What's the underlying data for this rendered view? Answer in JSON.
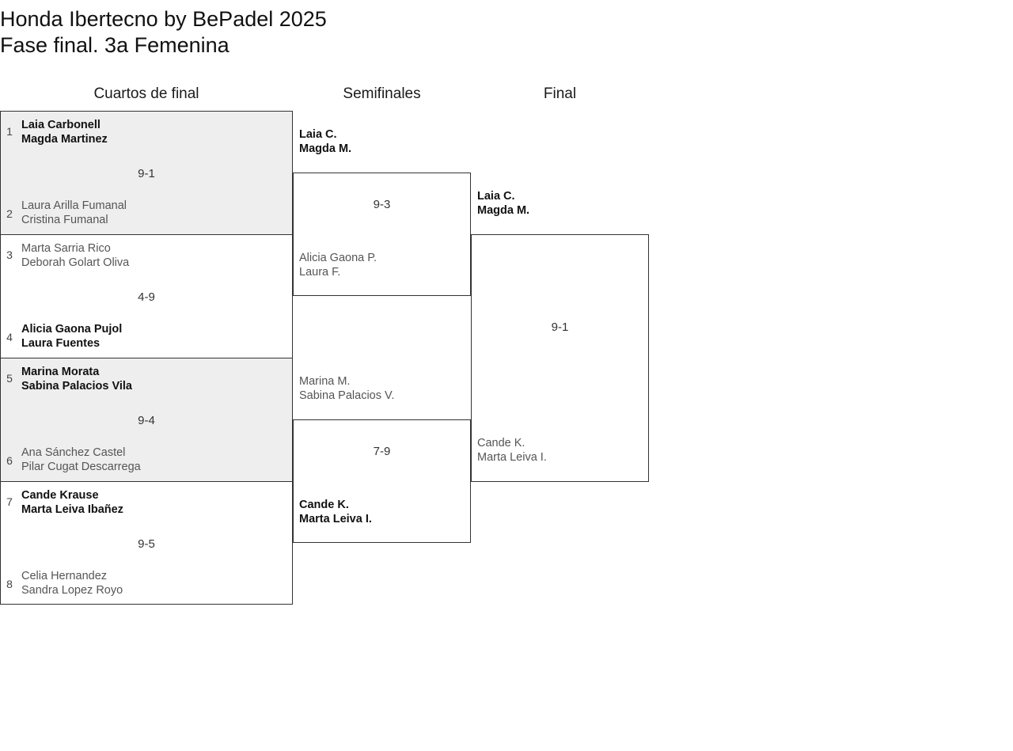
{
  "title": {
    "line1": "Honda Ibertecno by BePadel 2025",
    "line2": "Fase final. 3a Femenina"
  },
  "rounds": {
    "quarterfinals_label": "Cuartos de final",
    "semifinals_label": "Semifinales",
    "final_label": "Final"
  },
  "colors": {
    "shaded_row": "#eeeeee",
    "border": "#333333",
    "winner_text": "#111111",
    "loser_text": "#555555",
    "background": "#ffffff"
  },
  "bracket": {
    "quarterfinals": [
      {
        "score": "9-1",
        "top": {
          "seed": "1",
          "player1": "Laia Carbonell",
          "player2": "Magda Martinez",
          "result": "winner"
        },
        "bottom": {
          "seed": "2",
          "player1": "Laura Arilla Fumanal",
          "player2": "Cristina Fumanal",
          "result": "loser"
        }
      },
      {
        "score": "4-9",
        "top": {
          "seed": "3",
          "player1": "Marta Sarria Rico",
          "player2": "Deborah Golart Oliva",
          "result": "loser"
        },
        "bottom": {
          "seed": "4",
          "player1": "Alicia Gaona Pujol",
          "player2": "Laura Fuentes",
          "result": "winner"
        }
      },
      {
        "score": "9-4",
        "top": {
          "seed": "5",
          "player1": "Marina Morata",
          "player2": "Sabina Palacios Vila",
          "result": "winner"
        },
        "bottom": {
          "seed": "6",
          "player1": "Ana Sánchez Castel",
          "player2": "Pilar Cugat Descarrega",
          "result": "loser"
        }
      },
      {
        "score": "9-5",
        "top": {
          "seed": "7",
          "player1": "Cande Krause",
          "player2": "Marta Leiva Ibañez",
          "result": "winner"
        },
        "bottom": {
          "seed": "8",
          "player1": "Celia Hernandez",
          "player2": "Sandra Lopez Royo",
          "result": "loser"
        }
      }
    ],
    "semifinals": [
      {
        "score": "9-3",
        "top": {
          "player1": "Laia C.",
          "player2": "Magda M.",
          "result": "winner"
        },
        "bottom": {
          "player1": "Alicia Gaona P.",
          "player2": "Laura F.",
          "result": "loser"
        }
      },
      {
        "score": "7-9",
        "top": {
          "player1": "Marina M.",
          "player2": "Sabina Palacios V.",
          "result": "loser"
        },
        "bottom": {
          "player1": "Cande K.",
          "player2": "Marta Leiva I.",
          "result": "winner"
        }
      }
    ],
    "final": [
      {
        "score": "9-1",
        "top": {
          "player1": "Laia C.",
          "player2": "Magda M.",
          "result": "winner"
        },
        "bottom": {
          "player1": "Cande K.",
          "player2": "Marta Leiva I.",
          "result": "loser"
        }
      }
    ]
  }
}
